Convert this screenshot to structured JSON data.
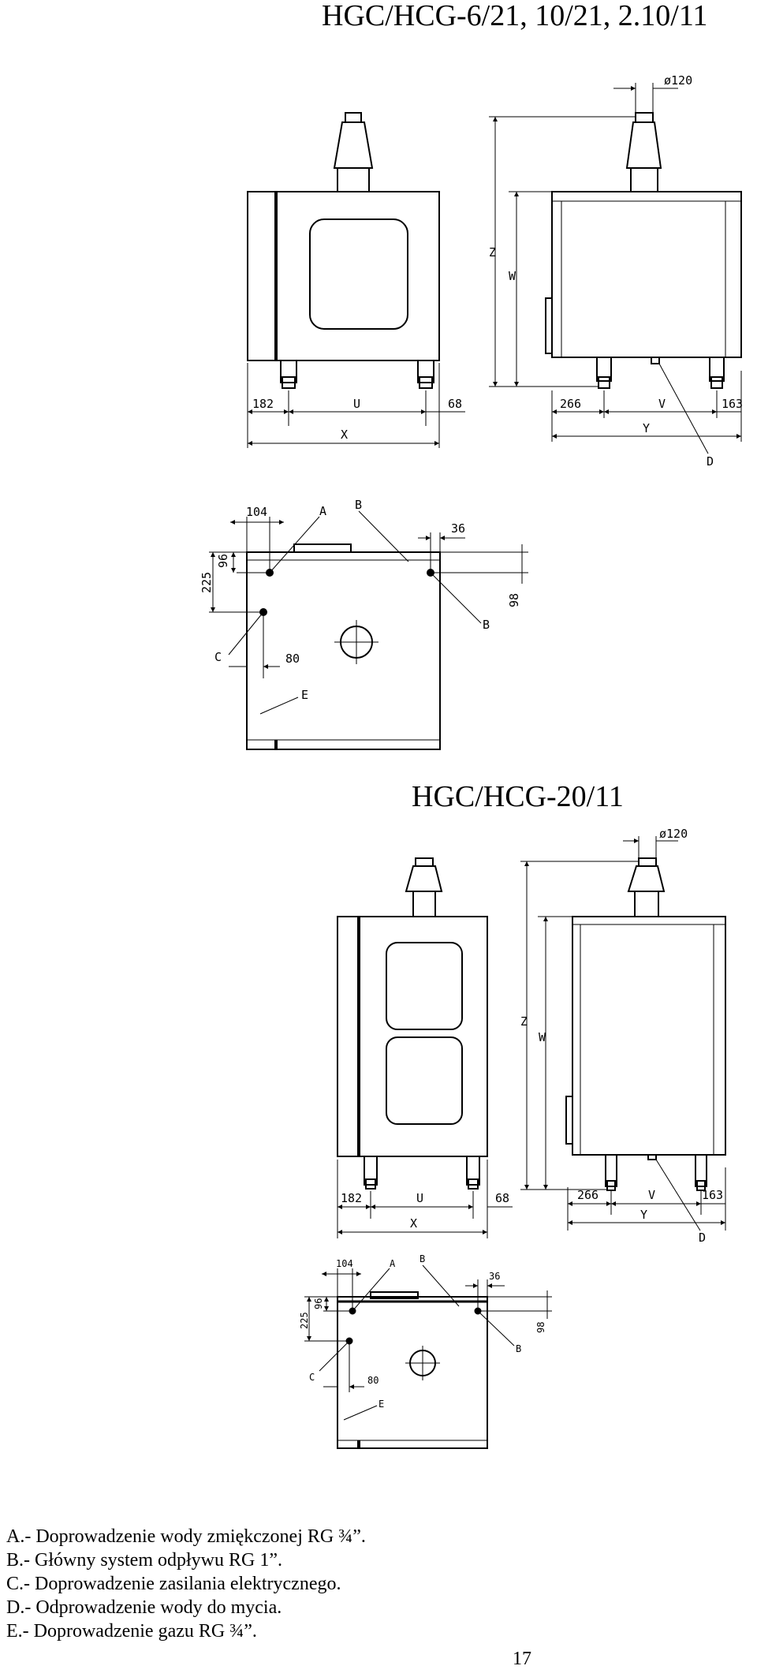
{
  "titles": {
    "top": "HGC/HCG-6/21, 10/21, 2.10/11",
    "middle": "HGC/HCG-20/11"
  },
  "diagram1": {
    "front": {
      "dim_left": "182",
      "dim_u": "U",
      "dim_right": "68",
      "dim_x": "X"
    },
    "side": {
      "dim_diameter": "ø120",
      "dim_z": "Z",
      "dim_w": "W",
      "dim_left": "266",
      "dim_v": "V",
      "dim_right": "163",
      "dim_y": "Y",
      "label_d": "D"
    },
    "top": {
      "dim_104": "104",
      "dim_36": "36",
      "dim_96": "96",
      "dim_225": "225",
      "dim_98": "98",
      "dim_80": "80",
      "label_a": "A",
      "label_b_top": "B",
      "label_b_right": "B",
      "label_c": "C",
      "label_e": "E"
    }
  },
  "diagram2": {
    "front": {
      "dim_left": "182",
      "dim_u": "U",
      "dim_right": "68",
      "dim_x": "X"
    },
    "side": {
      "dim_diameter": "ø120",
      "dim_z": "Z",
      "dim_w": "W",
      "dim_left": "266",
      "dim_v": "V",
      "dim_right": "163",
      "dim_y": "Y",
      "label_d": "D"
    },
    "top": {
      "dim_104": "104",
      "dim_36": "36",
      "dim_96": "96",
      "dim_225": "225",
      "dim_98": "98",
      "dim_80": "80",
      "label_a": "A",
      "label_b_top": "B",
      "label_b_right": "B",
      "label_c": "C",
      "label_e": "E"
    }
  },
  "legend": [
    "A.- Doprowadzenie wody zmiękczonej RG ¾”.",
    "B.- Główny system odpływu RG 1”.",
    "C.- Doprowadzenie zasilania elektrycznego.",
    "D.- Odprowadzenie wody do mycia.",
    "E.- Doprowadzenie gazu RG ¾”."
  ],
  "page_number": "17"
}
